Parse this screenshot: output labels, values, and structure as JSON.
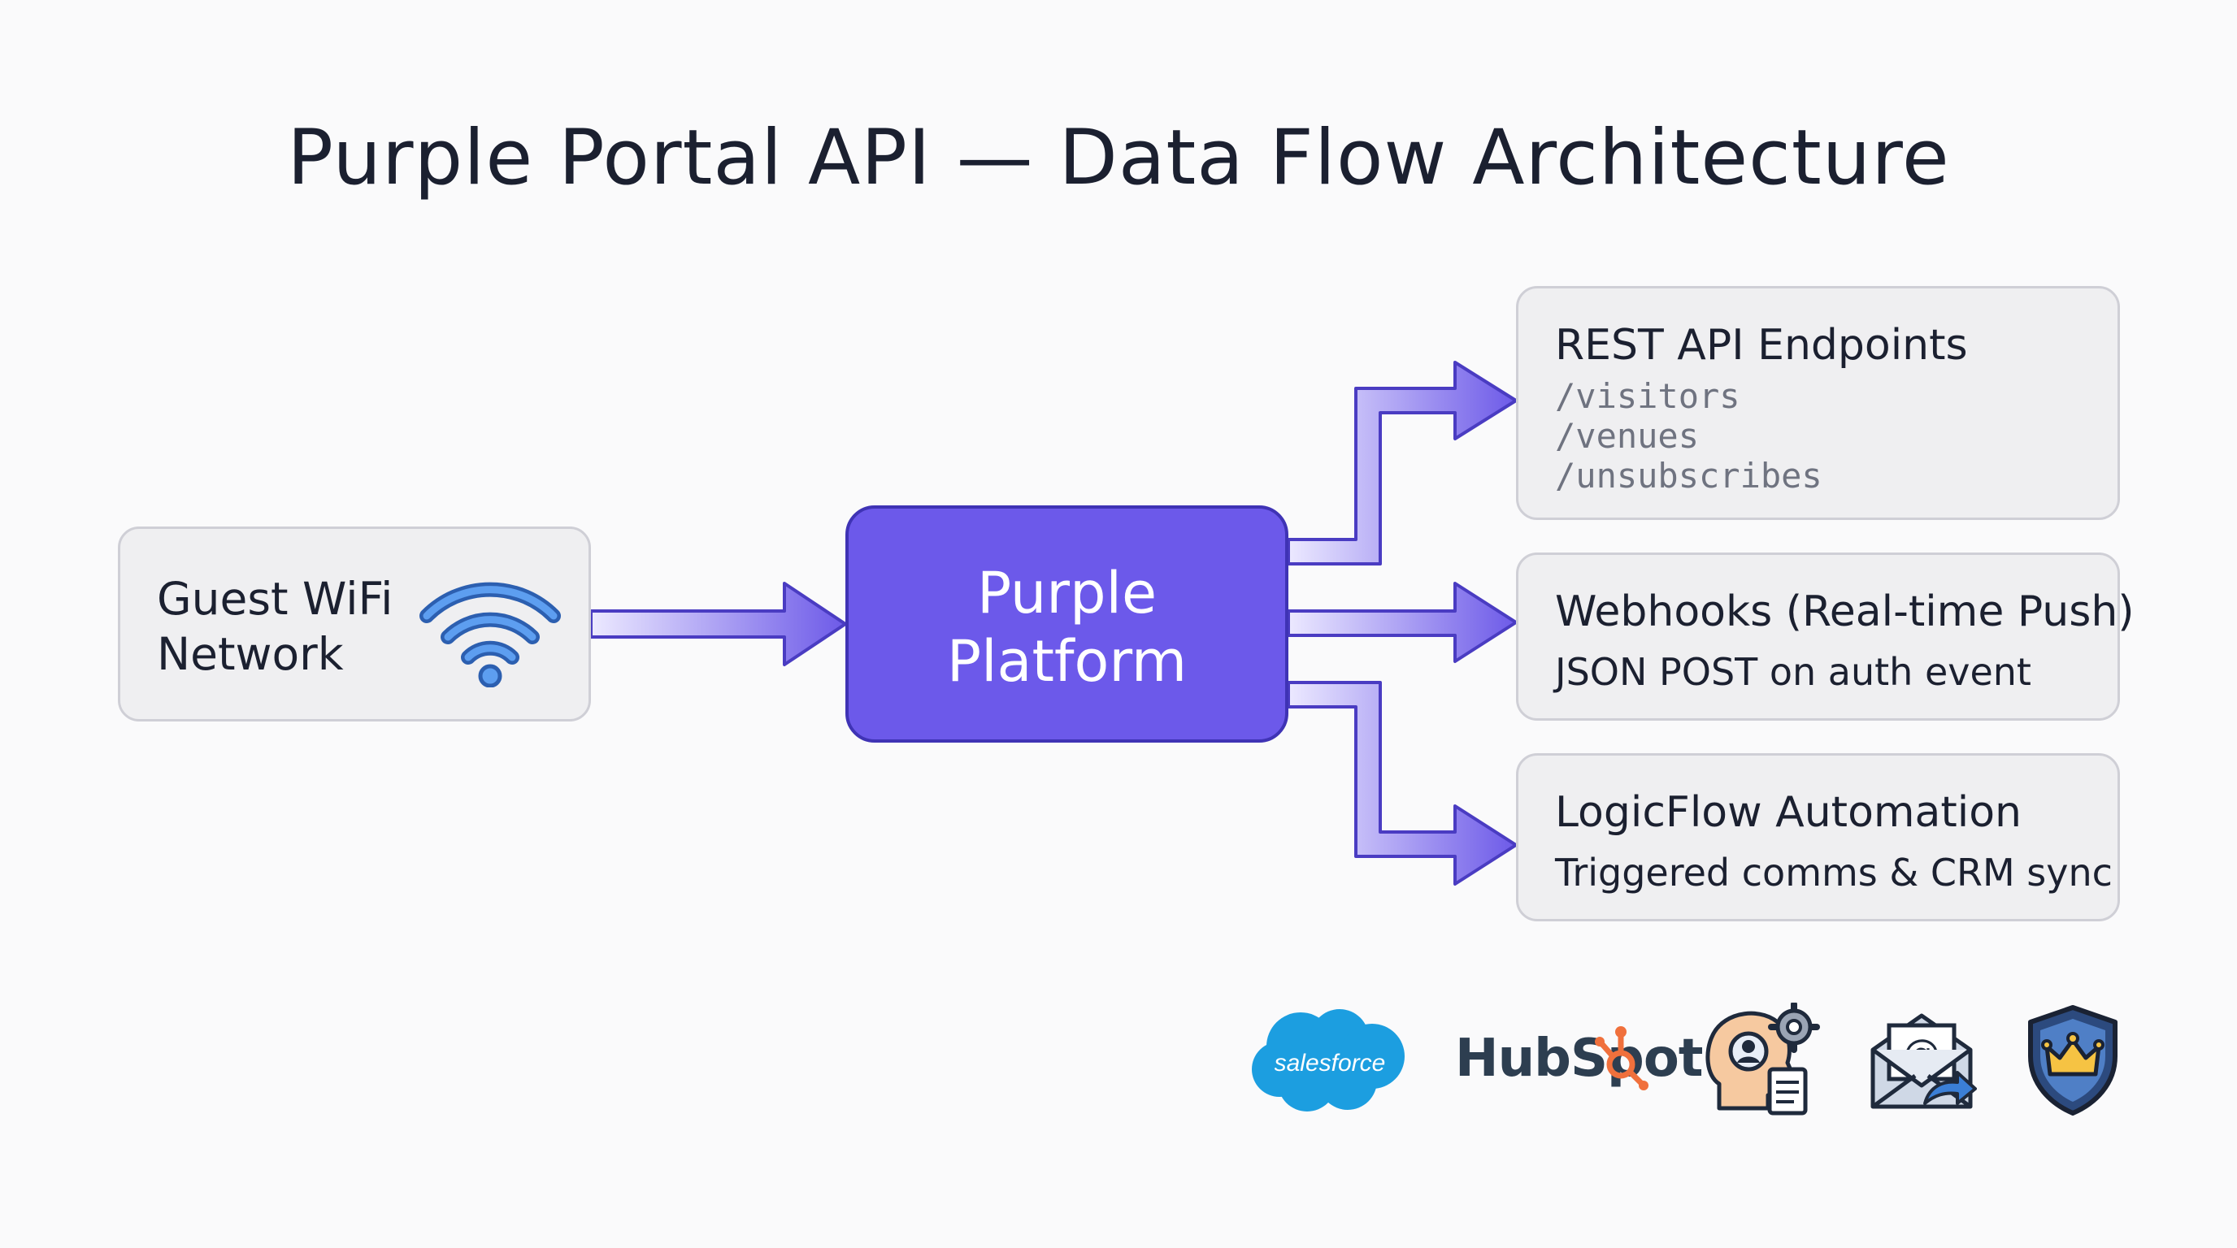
{
  "title": "Purple Portal API — Data Flow Architecture",
  "source": {
    "label_line1": "Guest WiFi",
    "label_line2": "Network",
    "icon": "wifi-icon"
  },
  "platform": {
    "label_line1": "Purple",
    "label_line2": "Platform"
  },
  "outputs": {
    "rest": {
      "title": "REST API Endpoints",
      "endpoints": [
        "/visitors",
        "/venues",
        "/unsubscribes"
      ]
    },
    "webhooks": {
      "title": "Webhooks (Real-time Push)",
      "subtitle": "JSON POST on auth event"
    },
    "logicflow": {
      "title": "LogicFlow Automation",
      "subtitle": "Triggered comms & CRM sync"
    }
  },
  "integrations": [
    {
      "name": "salesforce",
      "icon": "salesforce-cloud-icon",
      "text": "salesforce"
    },
    {
      "name": "hubspot",
      "icon": "hubspot-logo",
      "text": "HubSpot"
    },
    {
      "name": "crm-profile",
      "icon": "user-profile-gear-icon"
    },
    {
      "name": "email",
      "icon": "email-envelope-icon"
    },
    {
      "name": "security",
      "icon": "shield-crown-icon"
    }
  ],
  "colors": {
    "platform_fill": "#6c59ea",
    "platform_border": "#3f33b5",
    "arrow_fill": "#8c7cf2",
    "arrow_border": "#4a3cc2",
    "box_fill": "#efeff1",
    "box_border": "#cfcfd6",
    "text": "#1b2030",
    "muted_text": "#6f7380",
    "wifi_blue": "#3b7fd6",
    "salesforce_blue": "#1c9ee0",
    "hubspot_orange": "#f0703c"
  }
}
